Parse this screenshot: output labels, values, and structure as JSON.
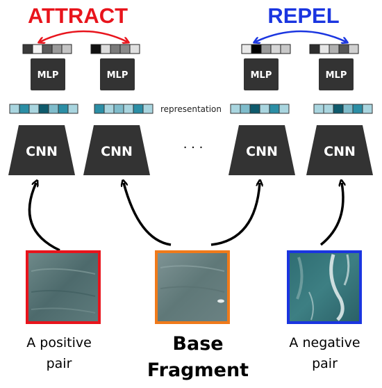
{
  "header": {
    "attract_label": "ATTRACT",
    "repel_label": "REPEL",
    "attract_color": "#e8141c",
    "repel_color": "#1a35e0"
  },
  "columns": [
    {
      "id": "positive",
      "cnn_label": "CNN",
      "mlp_label": "MLP"
    },
    {
      "id": "base-left",
      "cnn_label": "CNN",
      "mlp_label": "MLP"
    },
    {
      "id": "base-right",
      "cnn_label": "CNN",
      "mlp_label": "MLP"
    },
    {
      "id": "negative",
      "cnn_label": "CNN",
      "mlp_label": "MLP"
    }
  ],
  "representation_label": "representation",
  "ellipsis": "· · ·",
  "inputs": {
    "positive": {
      "caption_line1": "A positive",
      "caption_line2": "pair",
      "frame_color": "#e8141c"
    },
    "base": {
      "caption_line1": "Base",
      "caption_line2": "Fragment",
      "frame_color": "#f07a1a"
    },
    "negative": {
      "caption_line1": "A negative",
      "caption_line2": "pair",
      "frame_color": "#1a35e0"
    }
  },
  "colors": {
    "block": "#333333",
    "block_text": "#ffffff",
    "teal_dark": "#0e5a6c",
    "teal_mid": "#2b8ea5",
    "teal_light": "#a9d5df",
    "arrow": "#000000"
  }
}
